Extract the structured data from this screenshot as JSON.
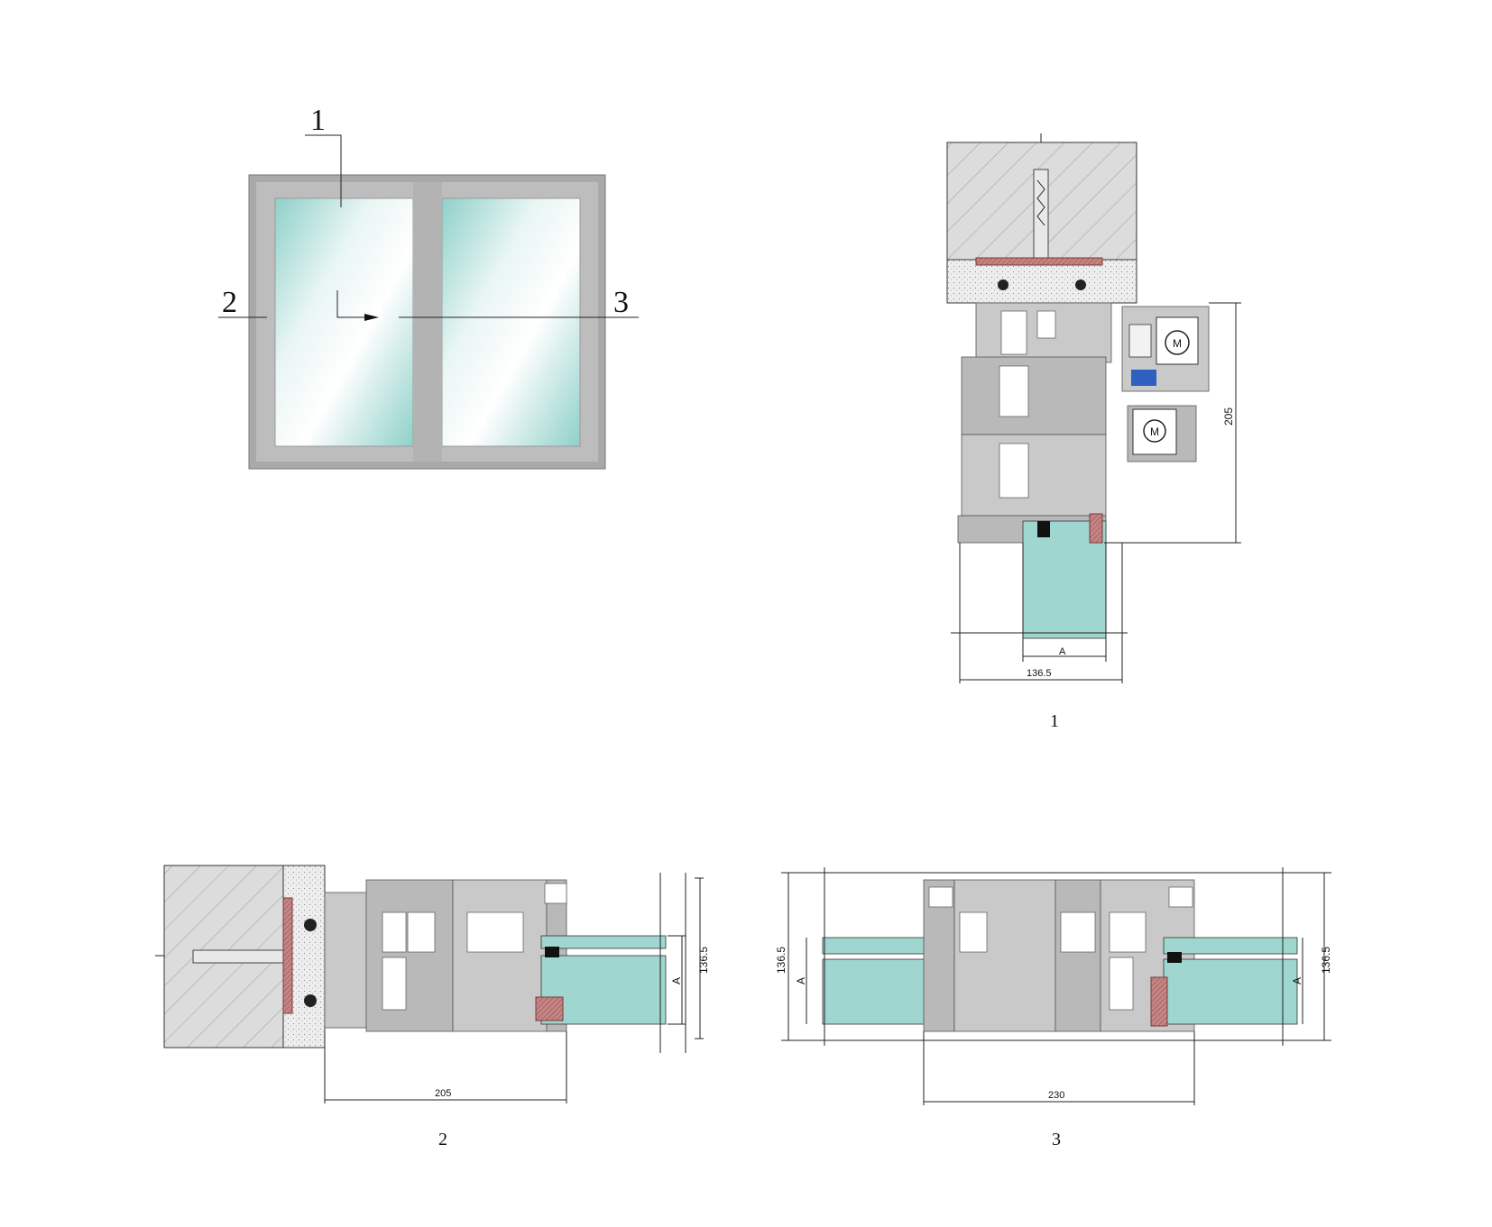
{
  "elevation": {
    "callouts": [
      "1",
      "2",
      "3"
    ],
    "colors": {
      "frame": "#a7a7a7",
      "glass_edge": "#8fd0c9",
      "glass_center": "#f4fbfa"
    }
  },
  "section_1": {
    "caption": "1",
    "dimensions": {
      "height": "205",
      "width": "136.5",
      "glass": "A"
    },
    "motor_labels": [
      "M",
      "M"
    ]
  },
  "section_2": {
    "caption": "2",
    "dimensions": {
      "width": "205",
      "depth": "136.5",
      "glass": "A"
    }
  },
  "section_3": {
    "caption": "3",
    "dimensions": {
      "width": "230",
      "depth_left": "136.5",
      "depth_right": "136.5",
      "glass_left": "A",
      "glass_right": "A"
    }
  }
}
